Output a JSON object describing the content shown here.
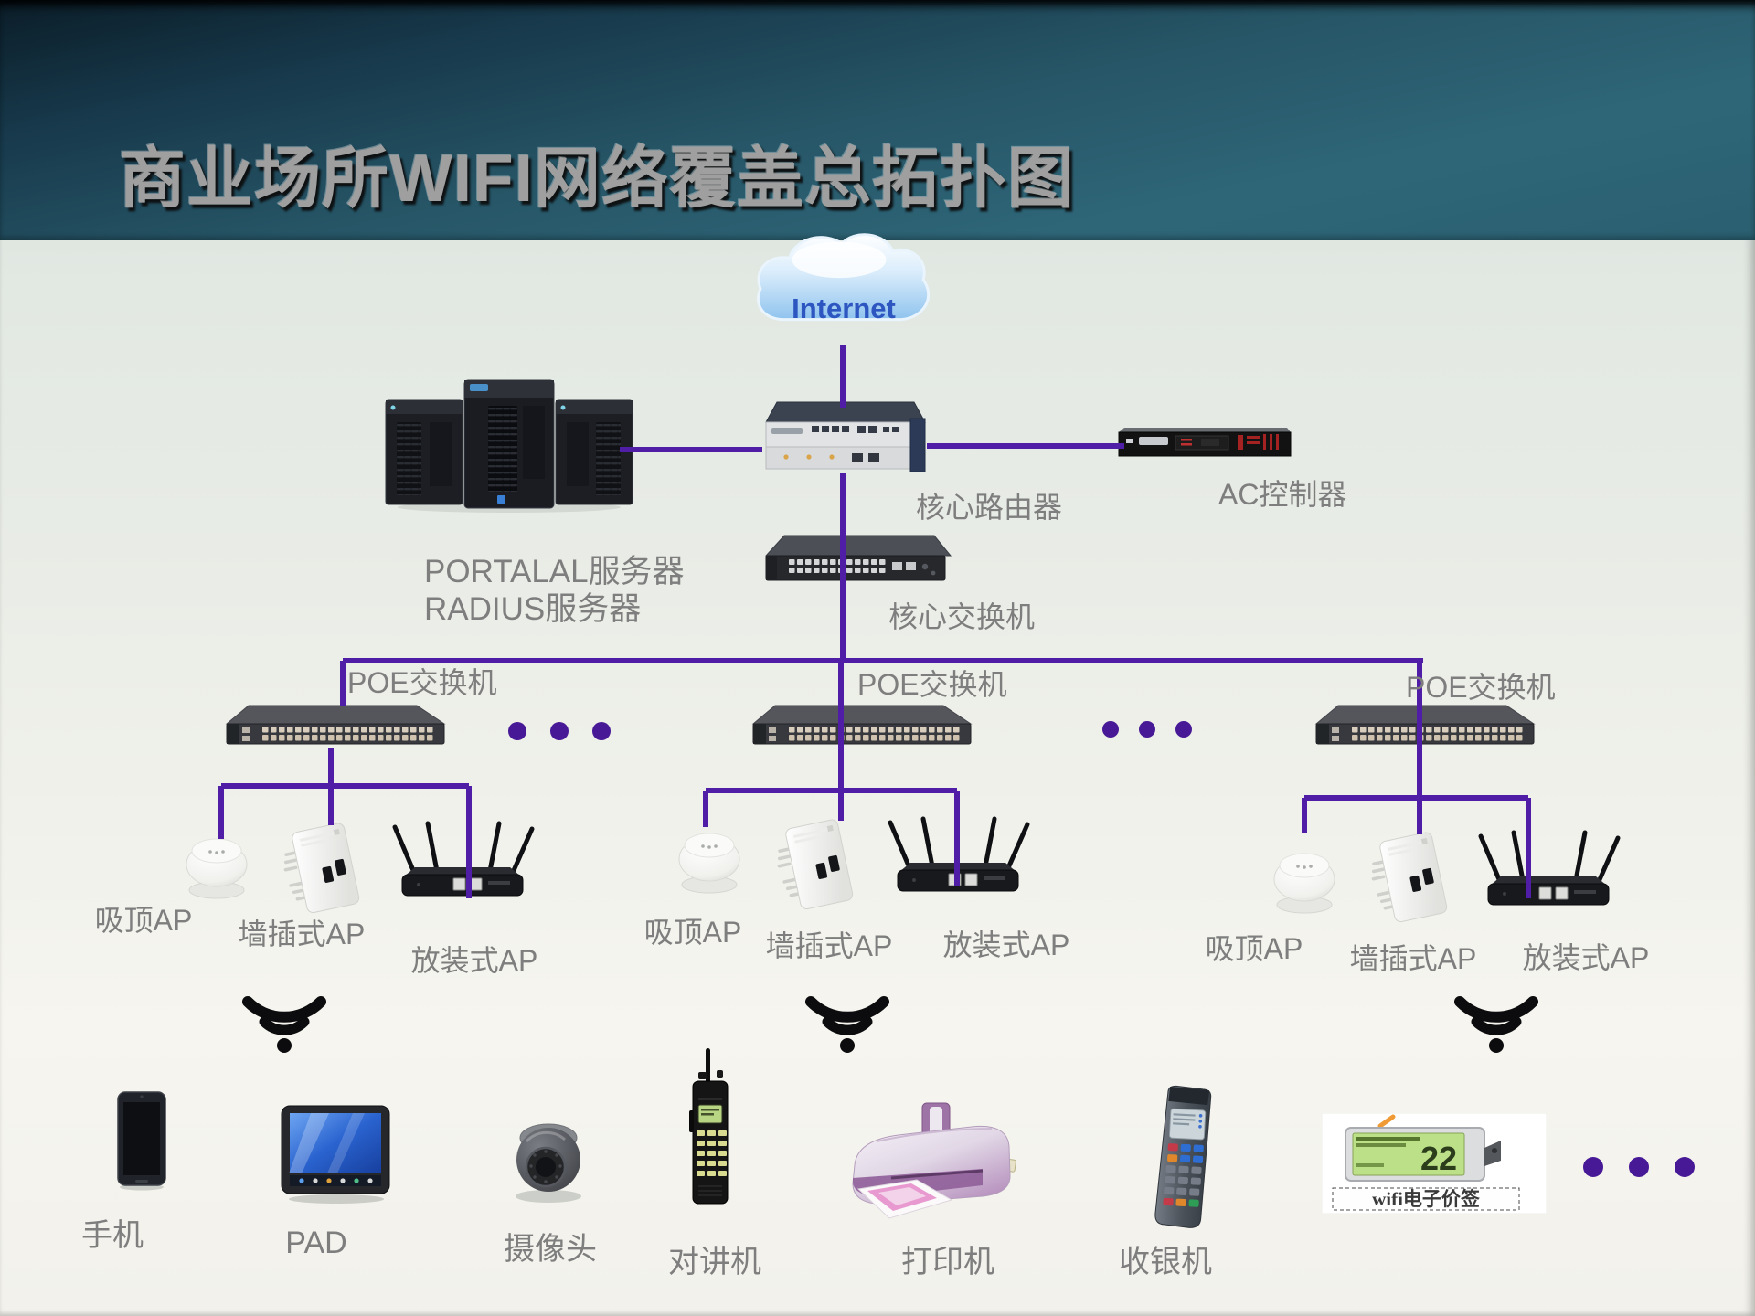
{
  "title": "商业场所WIFI网络覆盖总拓扑图",
  "internet": {
    "label": "Internet"
  },
  "servers": {
    "line1": "PORTALAL服务器",
    "line2": "RADIUS服务器"
  },
  "router": {
    "label": "核心路由器"
  },
  "ac_controller": {
    "label": "AC控制器"
  },
  "core_switch": {
    "label": "核心交换机"
  },
  "poe_groups": [
    {
      "switch_label": "POE交换机",
      "ceiling_ap": "吸顶AP",
      "wall_ap": "墙插式AP",
      "desktop_ap": "放装式AP"
    },
    {
      "switch_label": "POE交换机",
      "ceiling_ap": "吸顶AP",
      "wall_ap": "墙插式AP",
      "desktop_ap": "放装式AP"
    },
    {
      "switch_label": "POE交换机",
      "ceiling_ap": "吸顶AP",
      "wall_ap": "墙插式AP",
      "desktop_ap": "放装式AP"
    }
  ],
  "terminals": [
    {
      "label": "手机"
    },
    {
      "label": "PAD"
    },
    {
      "label": "摄像头"
    },
    {
      "label": "对讲机"
    },
    {
      "label": "打印机"
    },
    {
      "label": "收银机"
    }
  ],
  "price_tag": {
    "price": "22",
    "label": "wifi电子价签"
  },
  "colors": {
    "line": "#4f1da6",
    "ellipsis_dot": "#471996",
    "label_gray": "#7e7e7e",
    "internet_text": "#2d56c0",
    "title_text": "#9f9f9f",
    "header_top": "#0b1d28",
    "header_bottom": "#2e6678"
  }
}
